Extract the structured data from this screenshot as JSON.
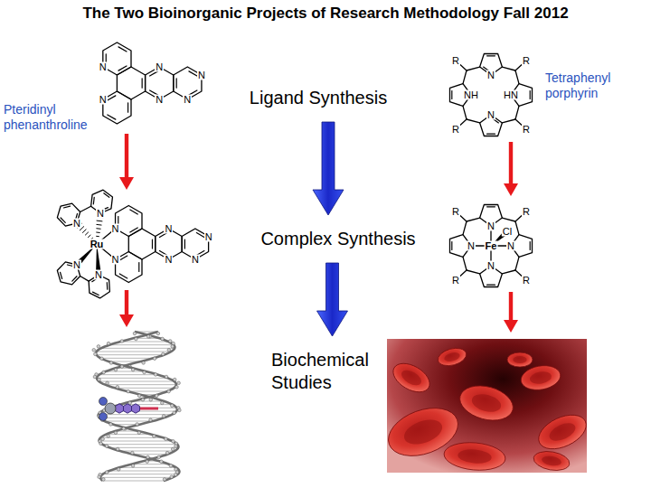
{
  "diagram": {
    "title": "The Two Bioinorganic Projects of Research Methodology Fall 2012",
    "nodes": [
      {
        "text": [
          "Ligand Synthesis"
        ]
      },
      {
        "text": [
          "Complex Synthesis"
        ]
      },
      {
        "text": [
          "Biochemical Studies"
        ]
      }
    ],
    "edges": [
      {
        "from": 0,
        "to": 1,
        "arrow": "to"
      },
      {
        "from": 1,
        "to": 2,
        "arrow": "to"
      }
    ],
    "labels": [
      "Pteridinyl phenanthroline",
      "Tetraphenyl porphyrin",
      "N",
      "N",
      "N",
      "N",
      "N",
      "N",
      "N",
      "N",
      "N",
      "N",
      "N",
      "Ru",
      "N",
      "N",
      "N",
      "N",
      "N",
      "R",
      "R",
      "N",
      "NH",
      "HN",
      "N",
      "R",
      "R",
      "R",
      "R",
      "N",
      "Cl",
      "N",
      "Fe",
      "N",
      "N",
      "R",
      "R"
    ]
  }
}
